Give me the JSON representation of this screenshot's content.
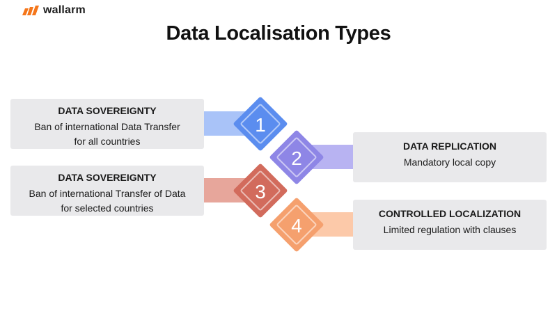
{
  "brand": {
    "name": "wallarm",
    "color": "#f5761a"
  },
  "title": "Data Localisation Types",
  "colors": {
    "step1": "#5b8def",
    "connector1": "#a9c3f8",
    "step2": "#8e86e6",
    "connector2": "#b8b3f2",
    "step3": "#d26b5c",
    "connector3": "#e7a69b",
    "step4": "#f5a06e",
    "connector4": "#fcc9a9",
    "box": "#e9e9eb"
  },
  "steps": [
    {
      "number": "1",
      "title": "DATA SOVEREIGNTY",
      "desc_line1": "Ban of international Data Transfer",
      "desc_line2": "for all countries"
    },
    {
      "number": "2",
      "title": "DATA REPLICATION",
      "desc_line1": "Mandatory local copy"
    },
    {
      "number": "3",
      "title": "DATA SOVEREIGNTY",
      "desc_line1": "Ban of international Transfer of Data",
      "desc_line2": "for selected countries"
    },
    {
      "number": "4",
      "title": "CONTROLLED LOCALIZATION",
      "desc_line1": "Limited regulation with clauses"
    }
  ]
}
